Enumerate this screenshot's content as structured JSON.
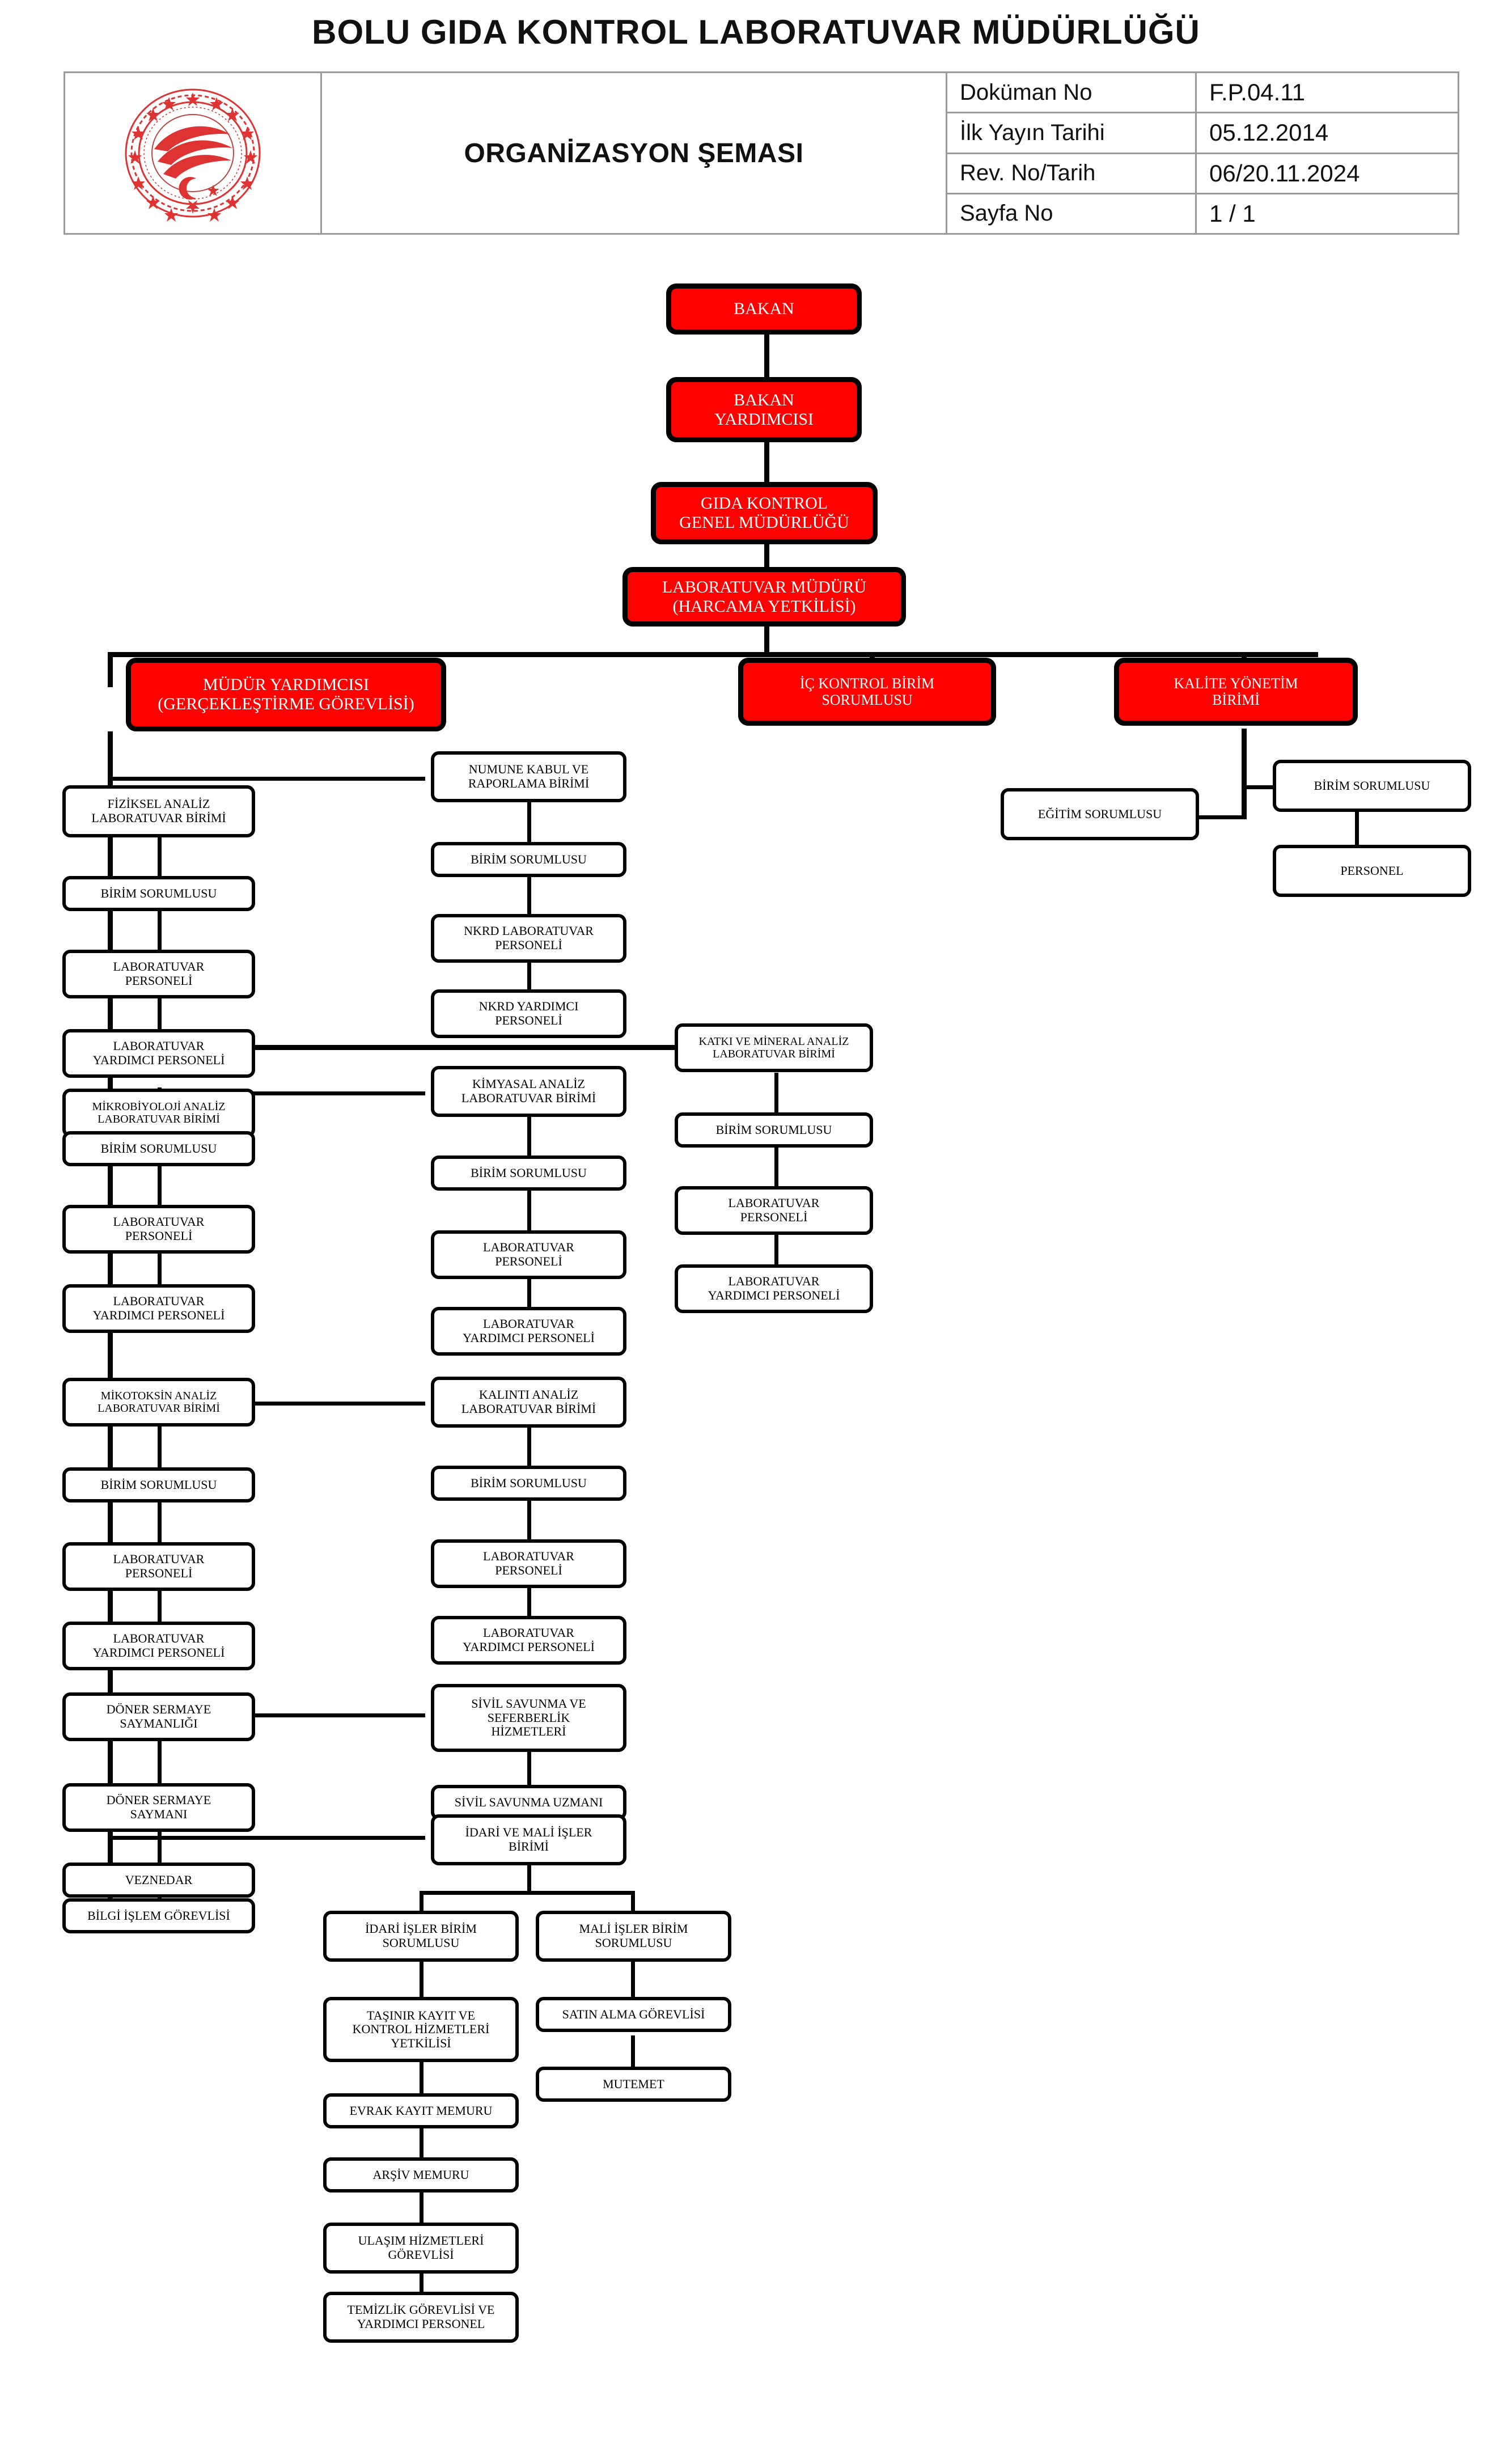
{
  "header": {
    "doc_title": "BOLU GIDA KONTROL LABORATUVAR MÜDÜRLÜĞÜ",
    "chart_title": "ORGANİZASYON ŞEMASI",
    "logo_alt": "tarim-orman-bakanligi-logo",
    "meta": [
      {
        "key": "Doküman No",
        "value": "F.P.04.11"
      },
      {
        "key": "İlk Yayın Tarihi",
        "value": "05.12.2014"
      },
      {
        "key": "Rev. No/Tarih",
        "value": "06/20.11.2024"
      },
      {
        "key": "Sayfa No",
        "value": "1 / 1"
      }
    ]
  },
  "colors": {
    "accent_red": "#FF0000",
    "line": "#000000",
    "table_border": "#9A9A9A"
  },
  "chart_data": {
    "type": "diagram",
    "title": "ORGANİZASYON ŞEMASI",
    "nodes": {
      "bakan": "BAKAN",
      "bakan_yrd": "BAKAN\nYARDIMCISI",
      "gida_kontrol": "GIDA KONTROL\nGENEL MÜDÜRLÜĞÜ",
      "lab_mudur": "LABORATUVAR MÜDÜRÜ\n(HARCAMA YETKİLİSİ)",
      "mudur_yrd": "MÜDÜR YARDIMCISI\n(GERÇEKLEŞTİRME GÖREVLİSİ)",
      "ic_kontrol": "İÇ KONTROL BİRİM\nSORUMLUSU",
      "kalite_yonetim": "KALİTE YÖNETİM\nBİRİMİ",
      "egitim_sorumlusu": "EĞİTİM SORUMLUSU",
      "kalite_birim_sorumlusu": "BİRİM SORUMLUSU",
      "kalite_personel": "PERSONEL",
      "fiziksel_birim": "FİZİKSEL ANALİZ\nLABORATUVAR BİRİMİ",
      "fiziksel_sorumlu": "BİRİM SORUMLUSU",
      "fiziksel_personel": "LABORATUVAR\nPERSONELİ",
      "fiziksel_yardimci": "LABORATUVAR\nYARDIMCI PERSONELİ",
      "mikrobiyoloji_birim": "MİKROBİYOLOJİ ANALİZ\nLABORATUVAR BİRİMİ",
      "mikrobiyoloji_sorumlu": "BİRİM SORUMLUSU",
      "mikrobiyoloji_personel": "LABORATUVAR\nPERSONELİ",
      "mikrobiyoloji_yardimci": "LABORATUVAR\nYARDIMCI PERSONELİ",
      "mikotoksin_birim": "MİKOTOKSİN ANALİZ\nLABORATUVAR BİRİMİ",
      "mikotoksin_sorumlu": "BİRİM SORUMLUSU",
      "mikotoksin_personel": "LABORATUVAR\nPERSONELİ",
      "mikotoksin_yardimci": "LABORATUVAR\nYARDIMCI PERSONELİ",
      "doner_saymanligi": "DÖNER SERMAYE\nSAYMANLIĞI",
      "doner_saymani": "DÖNER SERMAYE\nSAYMANI",
      "veznedar": "VEZNEDAR",
      "bilgi_islem": "BİLGİ İŞLEM GÖREVLİSİ",
      "numune_birim": "NUMUNE KABUL VE\nRAPORLAMA  BİRİMİ",
      "numune_sorumlu": "BİRİM SORUMLUSU",
      "nkrd_personel": "NKRD LABORATUVAR\nPERSONELİ",
      "nkrd_yardimci": "NKRD YARDIMCI\nPERSONELİ",
      "kimyasal_birim": "KİMYASAL ANALİZ\nLABORATUVAR BİRİMİ",
      "kimyasal_sorumlu": "BİRİM SORUMLUSU",
      "kimyasal_personel": "LABORATUVAR\nPERSONELİ",
      "kimyasal_yardimci": "LABORATUVAR\nYARDIMCI PERSONELİ",
      "kalinti_birim": "KALINTI ANALİZ\nLABORATUVAR BİRİMİ",
      "kalinti_sorumlu": "BİRİM SORUMLUSU",
      "kalinti_personel": "LABORATUVAR\nPERSONELİ",
      "kalinti_yardimci": "LABORATUVAR\nYARDIMCI PERSONELİ",
      "katki_birim": "KATKI VE MİNERAL ANALİZ\nLABORATUVAR BİRİMİ",
      "katki_sorumlu": "BİRİM SORUMLUSU",
      "katki_personel": "LABORATUVAR\nPERSONELİ",
      "katki_yardimci": "LABORATUVAR\nYARDIMCI PERSONELİ",
      "sivil_savunma_hizmet": "SİVİL SAVUNMA VE\nSEFERBERLİK\nHİZMETLERİ",
      "sivil_savunma_uzmani": "SİVİL SAVUNMA UZMANI",
      "idari_mali_birim": "İDARİ VE MALİ İŞLER\nBİRİMİ",
      "idari_isler_sorumlusu": "İDARİ İŞLER BİRİM\nSORUMLUSU",
      "mali_isler_sorumlusu": "MALİ İŞLER BİRİM\nSORUMLUSU",
      "tasinir_kayit": "TAŞINIR KAYIT VE\nKONTROL HİZMETLERİ\nYETKİLİSİ",
      "satin_alma": "SATIN ALMA GÖREVLİSİ",
      "mutemet": "MUTEMET",
      "evrak_kayit": "EVRAK KAYIT MEMURU",
      "arsiv_memuru": "ARŞİV MEMURU",
      "ulasim_hizmetleri": "ULAŞIM HİZMETLERİ\nGÖREVLİSİ",
      "temizlik_gorevlisi": "TEMİZLİK GÖREVLİSİ VE\nYARDIMCI PERSONEL"
    },
    "edges": [
      [
        "bakan",
        "bakan_yrd"
      ],
      [
        "bakan_yrd",
        "gida_kontrol"
      ],
      [
        "gida_kontrol",
        "lab_mudur"
      ],
      [
        "lab_mudur",
        "mudur_yrd"
      ],
      [
        "lab_mudur",
        "ic_kontrol"
      ],
      [
        "lab_mudur",
        "kalite_yonetim"
      ],
      [
        "kalite_yonetim",
        "egitim_sorumlusu"
      ],
      [
        "kalite_yonetim",
        "kalite_birim_sorumlusu"
      ],
      [
        "kalite_birim_sorumlusu",
        "kalite_personel"
      ],
      [
        "mudur_yrd",
        "fiziksel_birim"
      ],
      [
        "fiziksel_birim",
        "fiziksel_sorumlu"
      ],
      [
        "fiziksel_sorumlu",
        "fiziksel_personel"
      ],
      [
        "fiziksel_personel",
        "fiziksel_yardimci"
      ],
      [
        "mudur_yrd",
        "mikrobiyoloji_birim"
      ],
      [
        "mikrobiyoloji_birim",
        "mikrobiyoloji_sorumlu"
      ],
      [
        "mikrobiyoloji_sorumlu",
        "mikrobiyoloji_personel"
      ],
      [
        "mikrobiyoloji_personel",
        "mikrobiyoloji_yardimci"
      ],
      [
        "mudur_yrd",
        "mikotoksin_birim"
      ],
      [
        "mikotoksin_birim",
        "mikotoksin_sorumlu"
      ],
      [
        "mikotoksin_sorumlu",
        "mikotoksin_personel"
      ],
      [
        "mikotoksin_personel",
        "mikotoksin_yardimci"
      ],
      [
        "mudur_yrd",
        "doner_saymanligi"
      ],
      [
        "doner_saymanligi",
        "doner_saymani"
      ],
      [
        "doner_saymani",
        "veznedar"
      ],
      [
        "veznedar",
        "bilgi_islem"
      ],
      [
        "mudur_yrd",
        "numune_birim"
      ],
      [
        "numune_birim",
        "numune_sorumlu"
      ],
      [
        "numune_sorumlu",
        "nkrd_personel"
      ],
      [
        "nkrd_personel",
        "nkrd_yardimci"
      ],
      [
        "mudur_yrd",
        "kimyasal_birim"
      ],
      [
        "kimyasal_birim",
        "kimyasal_sorumlu"
      ],
      [
        "kimyasal_sorumlu",
        "kimyasal_personel"
      ],
      [
        "kimyasal_personel",
        "kimyasal_yardimci"
      ],
      [
        "mudur_yrd",
        "kalinti_birim"
      ],
      [
        "kalinti_birim",
        "kalinti_sorumlu"
      ],
      [
        "kalinti_sorumlu",
        "kalinti_personel"
      ],
      [
        "kalinti_personel",
        "kalinti_yardimci"
      ],
      [
        "mudur_yrd",
        "katki_birim"
      ],
      [
        "katki_birim",
        "katki_sorumlu"
      ],
      [
        "katki_sorumlu",
        "katki_personel"
      ],
      [
        "katki_personel",
        "katki_yardimci"
      ],
      [
        "mudur_yrd",
        "sivil_savunma_hizmet"
      ],
      [
        "sivil_savunma_hizmet",
        "sivil_savunma_uzmani"
      ],
      [
        "mudur_yrd",
        "idari_mali_birim"
      ],
      [
        "idari_mali_birim",
        "idari_isler_sorumlusu"
      ],
      [
        "idari_mali_birim",
        "mali_isler_sorumlusu"
      ],
      [
        "idari_isler_sorumlusu",
        "tasinir_kayit"
      ],
      [
        "tasinir_kayit",
        "evrak_kayit"
      ],
      [
        "evrak_kayit",
        "arsiv_memuru"
      ],
      [
        "arsiv_memuru",
        "ulasim_hizmetleri"
      ],
      [
        "ulasim_hizmetleri",
        "temizlik_gorevlisi"
      ],
      [
        "mali_isler_sorumlusu",
        "satin_alma"
      ],
      [
        "satin_alma",
        "mutemet"
      ]
    ]
  }
}
